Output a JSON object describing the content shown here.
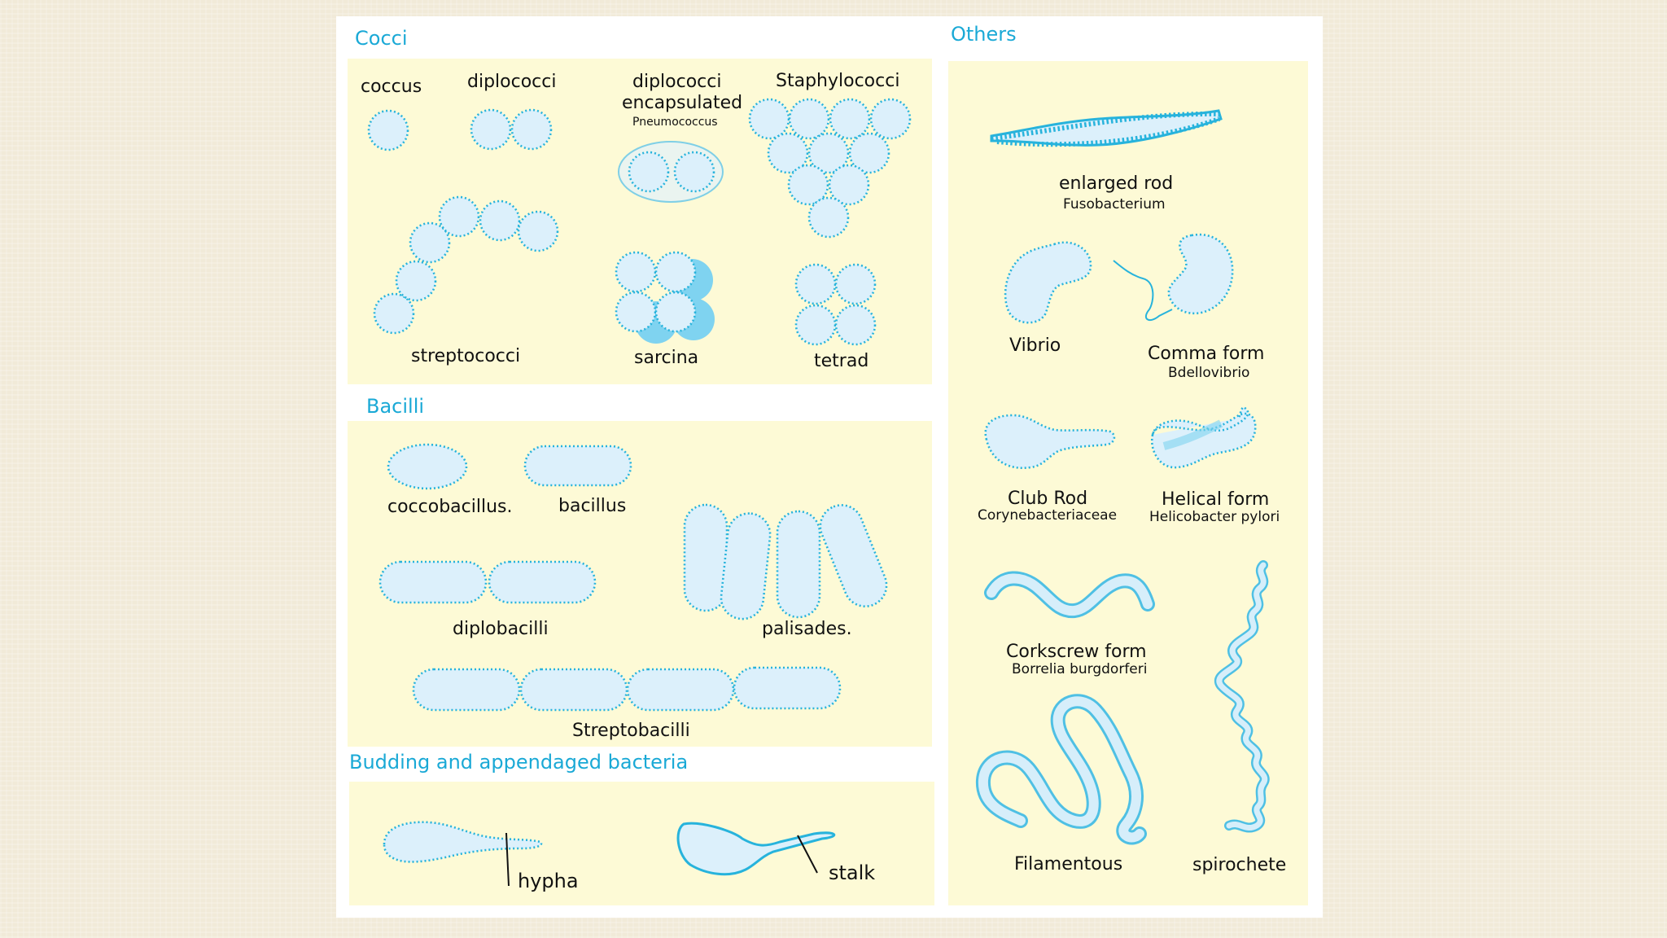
{
  "colors": {
    "heading": "#1aa9d6",
    "panel": "#fdfad6",
    "cell_fill": "#dcf0fb",
    "cell_stroke": "#27b3dc",
    "page": "#f1ead8"
  },
  "sections": {
    "cocci": "Cocci",
    "bacilli": "Bacilli",
    "budding": "Budding and appendaged bacteria",
    "others": "Others"
  },
  "cocci": {
    "coccus": "coccus",
    "diplococci": "diplococci",
    "encapsulated_1": "diplococci",
    "encapsulated_2": "encapsulated",
    "encapsulated_example": "Pneumococcus",
    "staphylococci": "Staphylococci",
    "streptococci": "streptococci",
    "sarcina": "sarcina",
    "tetrad": "tetrad"
  },
  "bacilli": {
    "coccobacillus": "coccobacillus.",
    "bacillus": "bacillus",
    "diplobacilli": "diplobacilli",
    "palisades": "palisades.",
    "streptobacilli": "Streptobacilli"
  },
  "budding": {
    "hypha": "hypha",
    "stalk": "stalk"
  },
  "others": {
    "enlarged_rod": "enlarged rod",
    "enlarged_rod_example": "Fusobacterium",
    "vibrio": "Vibrio",
    "comma": "Comma form",
    "comma_example": "Bdellovibrio",
    "club": "Club Rod",
    "club_example": "Corynebacteriaceae",
    "helical": "Helical form",
    "helical_example": "Helicobacter pylori",
    "corkscrew": "Corkscrew form",
    "corkscrew_example": "Borrelia burgdorferi",
    "filamentous": "Filamentous",
    "spirochete": "spirochete"
  }
}
